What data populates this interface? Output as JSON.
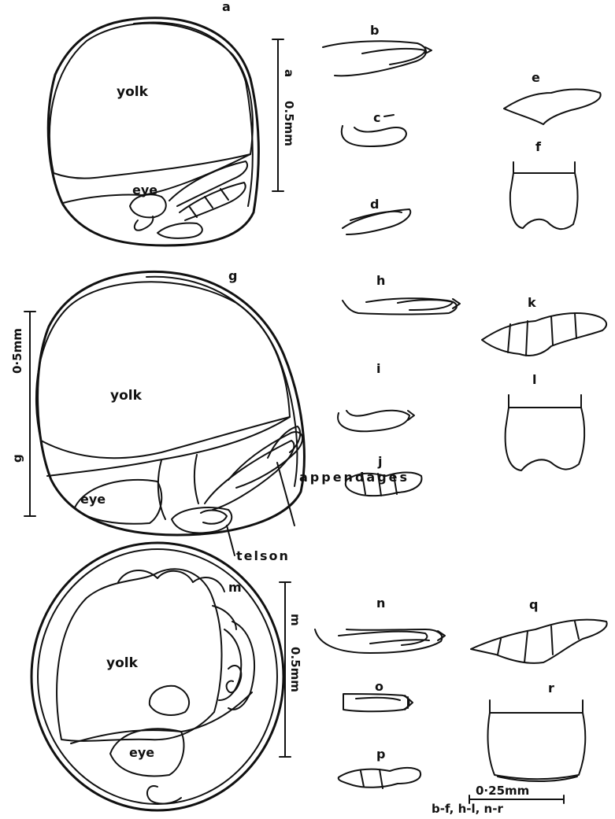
{
  "panel_letters": {
    "a": "a",
    "b": "b",
    "c": "c",
    "d": "d",
    "e": "e",
    "f": "f",
    "g": "g",
    "h": "h",
    "i": "i",
    "j": "j",
    "k": "k",
    "l": "l",
    "m": "m",
    "n": "n",
    "o": "o",
    "p": "p",
    "q": "q",
    "r": "r"
  },
  "labels": {
    "yolk": "yolk",
    "eye": "eye",
    "appendages": "appendages",
    "telson": "telson"
  },
  "scale_bars": {
    "a": "a",
    "a_length": "0.5mm",
    "g": "g",
    "g_length": "0·5mm",
    "m": "m",
    "m_length": "0.5mm",
    "small_length": "0·25mm",
    "small_caption": "b-f, h-l, n-r"
  }
}
